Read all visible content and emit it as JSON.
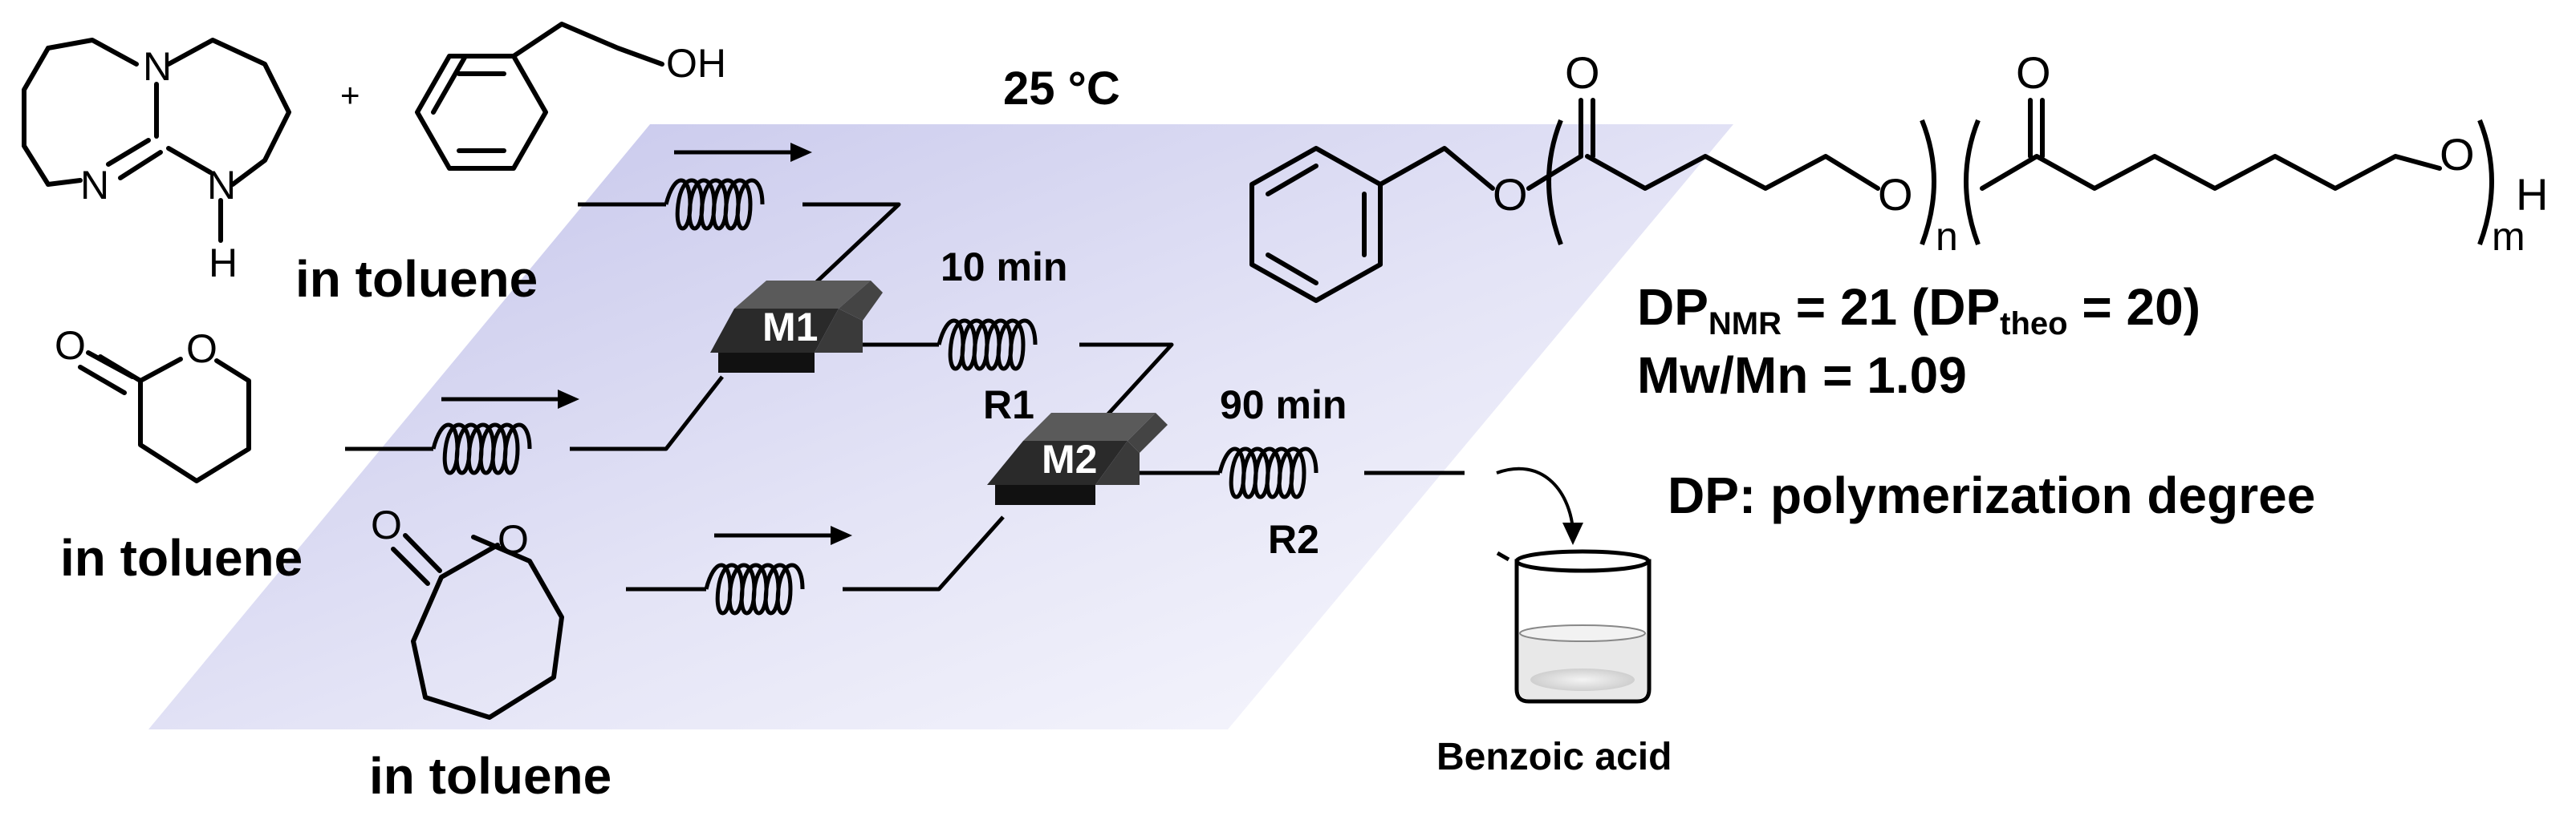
{
  "colors": {
    "plane_start": "#c9c9ec",
    "plane_end": "#ffffff",
    "mixer": "#2a2a2a",
    "ink": "#000000"
  },
  "reagents": {
    "tbd_label": "in toluene",
    "plus": "+",
    "valerolactone_label": "in toluene",
    "caprolactone_label": "in toluene"
  },
  "atoms": {
    "N": "N",
    "H": "H",
    "O": "O",
    "OH": "OH"
  },
  "reactor": {
    "temperature": "25 °C",
    "mixer1": "M1",
    "mixer2": "M2",
    "r1_time": "10 min",
    "r1_label": "R1",
    "r2_time": "90 min",
    "r2_label": "R2"
  },
  "quench": {
    "label": "Benzoic acid",
    "icon": "beaker-icon"
  },
  "product": {
    "subscript_n": "n",
    "subscript_m": "m",
    "end_group": "H"
  },
  "results": {
    "dp_nmr_prefix": "DP",
    "dp_nmr_sub": "NMR",
    "dp_nmr_mid": " = 21 (DP",
    "dp_theo_sub": "theo",
    "dp_theo_end": " = 20)",
    "dispersity": "Mw/Mn = 1.09",
    "definition": "DP: polymerization degree"
  }
}
